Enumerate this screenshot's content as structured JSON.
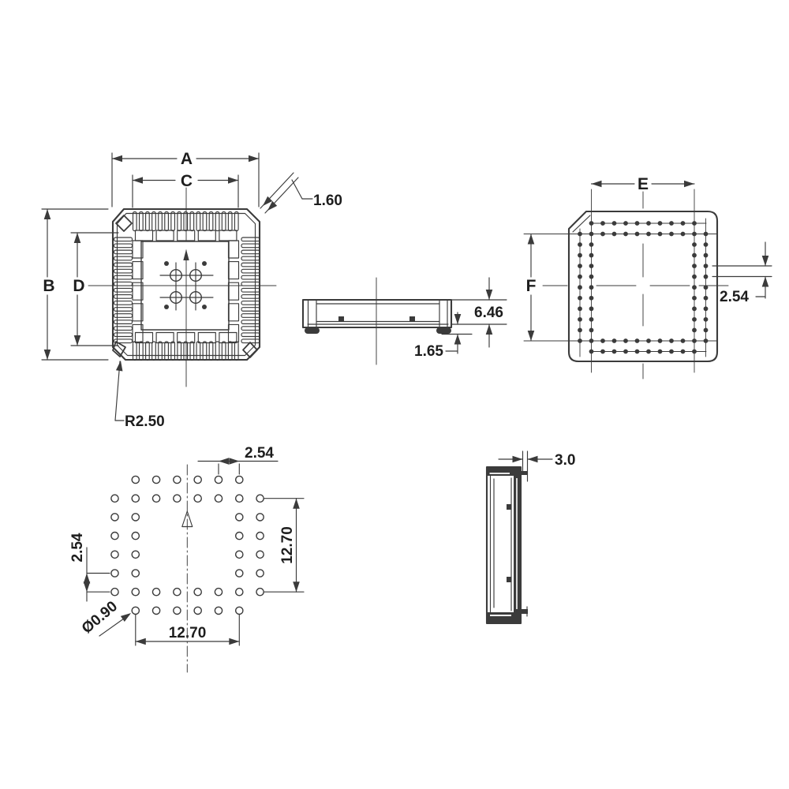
{
  "colors": {
    "line": "#3b3b3b",
    "text": "#1d1d1d",
    "background": "#ffffff"
  },
  "views": {
    "top_view": {
      "dim_width_overall": "A",
      "dim_height_overall": "B",
      "dim_width_inner": "C",
      "dim_height_inner": "D",
      "chamfer_callout": "1.60",
      "corner_radius_callout": "R2.50"
    },
    "side_view": {
      "dim_total_height": "6.46",
      "dim_standoff_height": "1.65"
    },
    "bottom_view": {
      "dim_pin_span_h": "E",
      "dim_pin_span_v": "F",
      "dim_row_pitch": "2.54"
    },
    "pcb_pattern": {
      "dim_pitch_top": "2.54",
      "dim_pitch_left": "2.54",
      "dim_span_right": "12.70",
      "dim_span_bottom": "12.70",
      "hole_diameter": "Ø0.90",
      "hole_grid_row_cols": [
        [
          1,
          2,
          3,
          4,
          5,
          6
        ],
        [
          0,
          1,
          2,
          3,
          4,
          5,
          6,
          7
        ],
        [
          0,
          1,
          6,
          7
        ],
        [
          0,
          1,
          6,
          7
        ],
        [
          0,
          1,
          6,
          7
        ],
        [
          0,
          1,
          6,
          7
        ],
        [
          0,
          1,
          2,
          3,
          4,
          5,
          6,
          7
        ],
        [
          1,
          2,
          3,
          4,
          5,
          6
        ]
      ]
    },
    "profile_view": {
      "dim_thickness": "3.0"
    }
  }
}
